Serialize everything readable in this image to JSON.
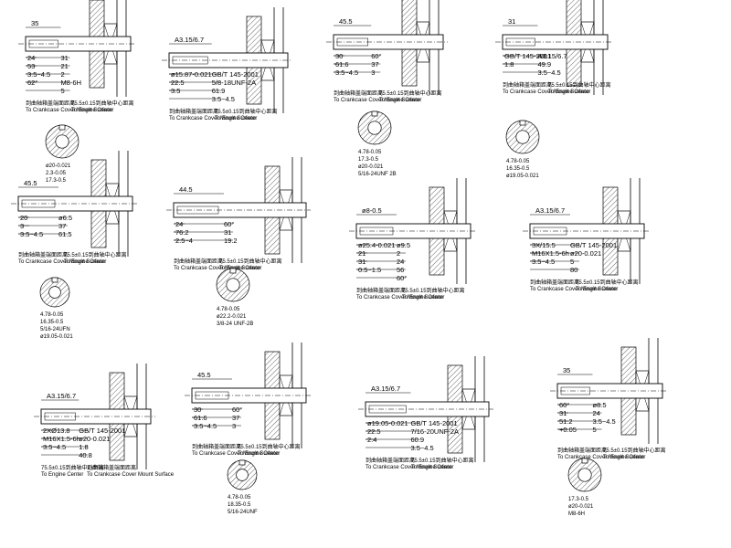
{
  "drawings": [
    {
      "id": "d1",
      "dims": [
        "35",
        "31",
        "24",
        "21",
        "53",
        "2",
        "3.5~4.5",
        "M8-6H",
        "62°",
        "5"
      ],
      "notes": [
        "到曲轴箱盖端面距离",
        "To Crankcase Cover Mount Surface",
        "75.5±0.15到曲轴中心距离",
        "To Engine Center"
      ],
      "section": [
        "ø20-0.021",
        "2.3-0.05",
        "17.3-0.5"
      ]
    },
    {
      "id": "d2",
      "dims": [
        "A3.15/6.7",
        "GB/T 145-2001",
        "ø15.87-0.021",
        "5/8-18UNF-2A",
        "22.5",
        "61.9",
        "3.5",
        "3.5~4.5"
      ],
      "notes": [
        "到曲轴箱盖端面距离",
        "To Crankcase Cover Mount Surface",
        "75.5±0.15到曲轴中心距离",
        "To Engine Center"
      ],
      "section": []
    },
    {
      "id": "d3",
      "dims": [
        "45.5",
        "60°",
        "30",
        "37",
        "61.6",
        "3",
        "3.5~4.5"
      ],
      "notes": [
        "到曲轴箱盖端面距离",
        "To Crankcase Cover Mount Surface",
        "75.5±0.15到曲轴中心距离",
        "To Engine Center"
      ],
      "section": [
        "4.78-0.05",
        "17.3-0.5",
        "ø20-0.021",
        "5/16-24UNF 2B"
      ]
    },
    {
      "id": "d4",
      "dims": [
        "31",
        "A3.15/6.7",
        "GB/T 145-2001",
        "49.9",
        "1.8",
        "3.5~4.5"
      ],
      "notes": [
        "到曲轴箱盖端面距离",
        "To Crankcase Cover Mount Surface",
        "75.5±0.15到曲轴中心距离",
        "To Engine Center"
      ],
      "section": [
        "4.78-0.05",
        "16.35-0.5",
        "ø19.05-0.021"
      ]
    },
    {
      "id": "d5",
      "dims": [
        "45.5",
        "ø6.5",
        "20",
        "37",
        "3",
        "61.5",
        "3.5~4.5"
      ],
      "notes": [
        "到曲轴箱盖端面距离",
        "To Crankcase Cover Mount Surface",
        "75.5±0.15到曲轴中心距离",
        "To Engine Center"
      ],
      "section": [
        "4.78-0.05",
        "16.35-0.5",
        "5/16-24UFN",
        "ø19.05-0.021"
      ]
    },
    {
      "id": "d6",
      "dims": [
        "44.5",
        "60°",
        "24",
        "31",
        "76.2",
        "19.2",
        "2.5~4"
      ],
      "notes": [
        "到曲轴箱盖端面距离",
        "To Crankcase Cover Mount Surface",
        "75.5±0.15到曲轴中心距离",
        "To Engine Center"
      ],
      "section": [
        "4.78-0.05",
        "ø22.2-0.021",
        "3/8-24 UNF-2B"
      ]
    },
    {
      "id": "d7",
      "dims": [
        "ø8-0.5",
        "ø9.5",
        "ø25.4-0.021",
        "2",
        "21",
        "24",
        "31",
        "56",
        "0.5~1.5",
        "60°"
      ],
      "notes": [
        "到曲轴箱盖端面距离",
        "To Crankcase Cover Mount Surface",
        "75.5±0.15到曲轴中心距离",
        "To Engine Center"
      ],
      "section": []
    },
    {
      "id": "d8",
      "dims": [
        "A3.15/6.7",
        "GB/T 145-2001",
        "3X/15.5",
        "ø20-0.021",
        "M16X1.5-6h",
        "5",
        "3.5~4.5",
        "80"
      ],
      "notes": [
        "到曲轴箱盖端面距离",
        "To Crankcase Cover Mount Surface",
        "75.5±0.15到曲轴中心距离",
        "To Engine Center"
      ],
      "section": []
    },
    {
      "id": "d9",
      "dims": [
        "A3.15/6.7",
        "GB/T 145-2001",
        "2XØ13.8",
        "ø20-0.021",
        "M16X1.5-6h",
        "1.8",
        "3.5~4.5",
        "40.8"
      ],
      "notes": [
        "75.5±0.15到曲轴中心距离",
        "To Engine Center",
        "到曲轴箱盖端面距离",
        "To Crankcase Cover Mount Surface"
      ],
      "section": []
    },
    {
      "id": "d10",
      "dims": [
        "45.5",
        "60°",
        "30",
        "37",
        "61.6",
        "3",
        "3.5~4.5"
      ],
      "notes": [
        "到曲轴箱盖端面距离",
        "To Crankcase Cover Mount Surface",
        "75.5±0.15到曲轴中心距离",
        "To Engine Center"
      ],
      "section": [
        "4.78-0.05",
        "18.35-0.5",
        "5/16-24UNF"
      ]
    },
    {
      "id": "d11",
      "dims": [
        "A3.15/6.7",
        "GB/T 145-2001",
        "ø19.05-0.021",
        "7/16-20UNF-2A",
        "22.5",
        "60.9",
        "2.4",
        "3.5~4.5"
      ],
      "notes": [
        "到曲轴箱盖端面距离",
        "To Crankcase Cover Mount Surface",
        "75.5±0.15到曲轴中心距离",
        "To Engine Center"
      ],
      "section": []
    },
    {
      "id": "d12",
      "dims": [
        "35",
        "ø8.5",
        "60°",
        "24",
        "31",
        "3.5~4.5",
        "51.2",
        "5",
        "+0.05"
      ],
      "notes": [
        "到曲轴箱盖端面距离",
        "To Crankcase Cover Mount Surface",
        "75.5±0.15到曲轴中心距离",
        "To Engine Center"
      ],
      "section": [
        "17.3-0.5",
        "ø20-0.021",
        "M8-6H"
      ]
    }
  ]
}
